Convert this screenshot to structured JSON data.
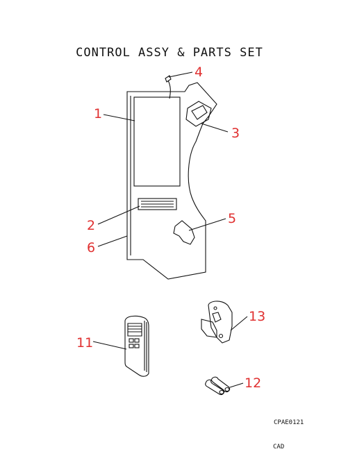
{
  "title": "CONTROL ASSY & PARTS SET",
  "callouts": {
    "c1": "1",
    "c2": "2",
    "c3": "3",
    "c4": "4",
    "c5": "5",
    "c6": "6",
    "c11": "11",
    "c12": "12",
    "c13": "13"
  },
  "footer": {
    "code": "CPAE0121",
    "tag": "CAD"
  },
  "colors": {
    "callout": "#e03030",
    "line": "#111111"
  }
}
